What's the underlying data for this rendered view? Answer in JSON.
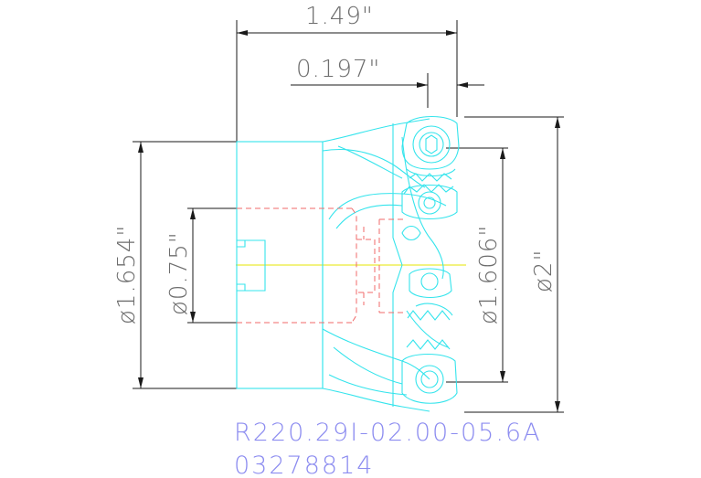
{
  "dimensions": {
    "overall_length": "1.49\"",
    "insert_offset": "0.197\"",
    "body_diameter": "ø1.654\"",
    "bore_diameter": "ø0.75\"",
    "effective_diameter": "ø1.606\"",
    "cutting_diameter": "ø2\""
  },
  "part_number": "R220.29I-02.00-05.6A",
  "item_code": "03278814",
  "colors": {
    "outline": "#34e4ec",
    "dimension": "#1a1a1a",
    "hidden_line": "#f06a6a",
    "center_line": "#e6e600",
    "label_text": "#8c8cf0"
  }
}
